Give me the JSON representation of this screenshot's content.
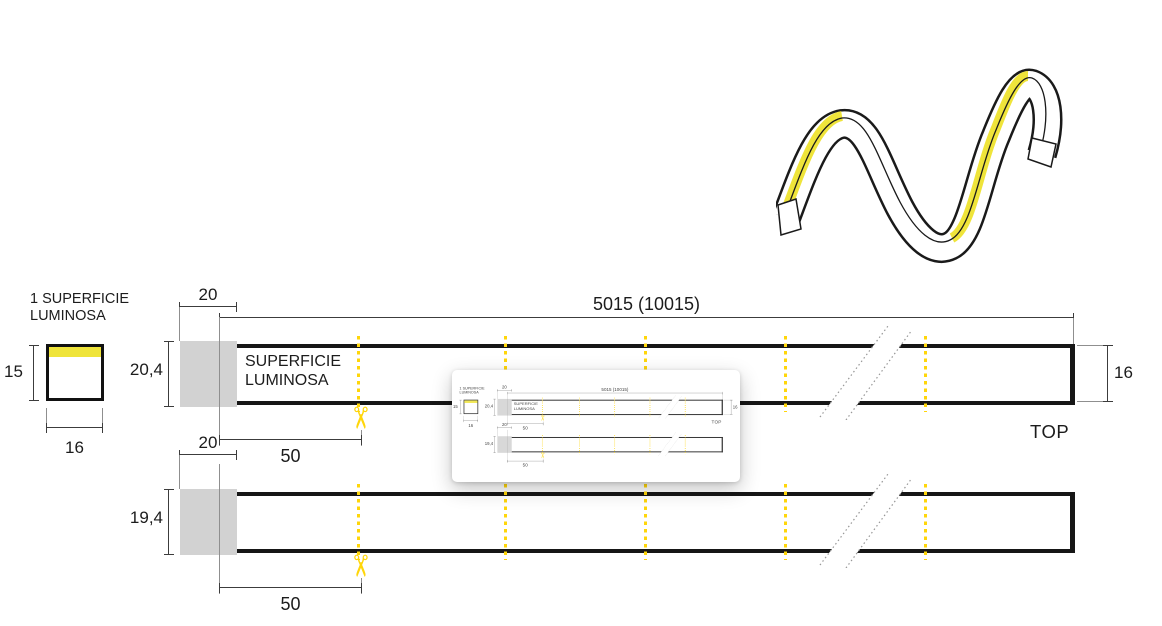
{
  "cross_section": {
    "title_line1": "1 SUPERFICIE",
    "title_line2": "LUMINOSA",
    "dim_height": "15",
    "dim_width": "16"
  },
  "strip_top": {
    "dim_cap": "20",
    "dim_total_length": "5015 (10015)",
    "dim_height": "20,4",
    "surface_line1": "SUPERFICIE",
    "surface_line2": "LUMINOSA",
    "dim_right_height": "16",
    "view_label": "TOP",
    "dim_cut_spacing": "50"
  },
  "strip_bottom": {
    "dim_cap": "20",
    "dim_height": "19,4",
    "dim_cut_spacing": "50"
  },
  "icons": {
    "scissors": "✂"
  },
  "colors": {
    "luminous_yellow": "#efe43a",
    "cut_line_yellow": "#ffd60a",
    "end_cap_gray": "#d2d2d2",
    "outline_black": "#1a1a1a"
  }
}
